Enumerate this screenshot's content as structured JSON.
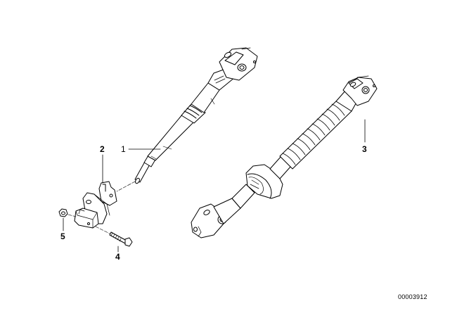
{
  "diagram": {
    "type": "exploded-parts-diagram",
    "subject": "steering shaft assembly",
    "document_number": "00003912",
    "background": "#ffffff",
    "line_color": "#000000",
    "callouts": [
      {
        "number": "1",
        "part": "upper steering shaft (splined, with universal joint)"
      },
      {
        "number": "2",
        "part": "clamp / coupling flange"
      },
      {
        "number": "3",
        "part": "lower steering spindle with bellows and rubber damper"
      },
      {
        "number": "4",
        "part": "bolt"
      },
      {
        "number": "5",
        "part": "nut"
      }
    ]
  }
}
